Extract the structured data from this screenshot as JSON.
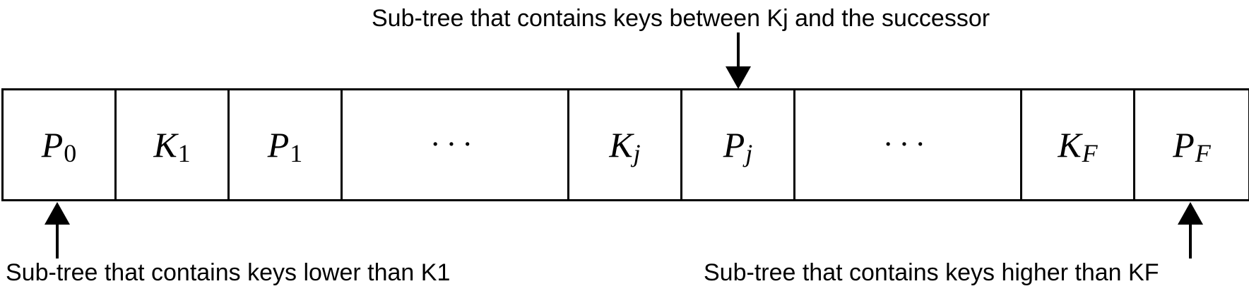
{
  "annotations": {
    "top": "Sub-tree that contains keys between Kj and the successor",
    "bottom_left": "Sub-tree that contains keys lower than K1",
    "bottom_right": "Sub-tree that contains keys higher than KF"
  },
  "node": {
    "cells": [
      {
        "base": "P",
        "sub": "0",
        "sub_style": "upright"
      },
      {
        "base": "K",
        "sub": "1",
        "sub_style": "upright"
      },
      {
        "base": "P",
        "sub": "1",
        "sub_style": "upright"
      },
      {
        "base": "···",
        "sub": "",
        "kind": "ellipsis"
      },
      {
        "base": "K",
        "sub": "j",
        "sub_style": "italic"
      },
      {
        "base": "P",
        "sub": "j",
        "sub_style": "italic"
      },
      {
        "base": "···",
        "sub": "",
        "kind": "ellipsis"
      },
      {
        "base": "K",
        "sub": "F",
        "sub_style": "italic"
      },
      {
        "base": "P",
        "sub": "F",
        "sub_style": "italic"
      }
    ]
  }
}
